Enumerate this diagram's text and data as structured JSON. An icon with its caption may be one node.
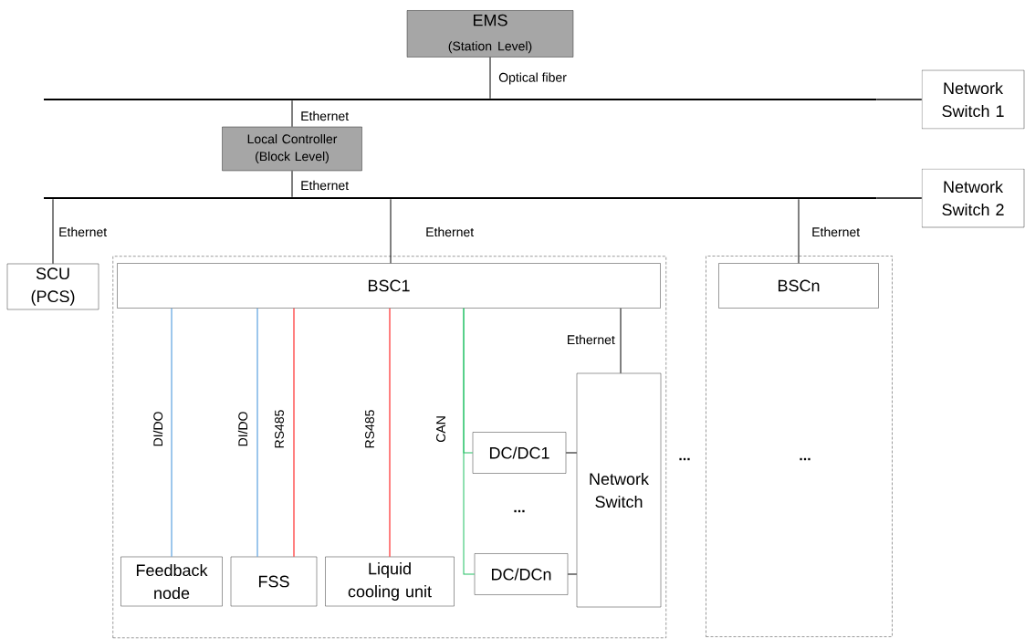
{
  "diagram": {
    "nodes": [
      {
        "text": [
          "EMS",
          "(Station Level)"
        ]
      },
      {
        "text": [
          "Network Switch 1"
        ]
      },
      {
        "text": [],
        "shape": "bar"
      },
      {
        "text": [
          "Local Controller (Block Level)"
        ]
      },
      {
        "text": [
          "Network Switch 2"
        ]
      },
      {
        "text": [],
        "shape": "bar"
      },
      {
        "text": [
          "SCU (PCS)"
        ]
      },
      {
        "text": [],
        "shape": "box"
      },
      {
        "text": [
          "BSC1"
        ],
        "in": 7
      },
      {
        "text": [
          "Network Switch"
        ],
        "in": 7
      },
      {
        "text": [
          "DC/DC1"
        ],
        "in": 7
      },
      {
        "text": [
          "DC/DCn"
        ],
        "in": 7
      },
      {
        "text": [
          "Feedback node"
        ],
        "in": 7
      },
      {
        "text": [
          "FSS"
        ],
        "in": 7
      },
      {
        "text": [
          "Liquid cooling unit"
        ],
        "in": 7
      },
      {
        "text": [],
        "shape": "box"
      },
      {
        "text": [
          "BSCn"
        ],
        "in": 15
      }
    ],
    "edges": [
      {
        "from": 0,
        "to": 2,
        "arrow": "none",
        "label": "Optical fiber"
      },
      {
        "from": 2,
        "to": 3,
        "arrow": "none",
        "label": "Ethernet"
      },
      {
        "from": 3,
        "to": 5,
        "arrow": "none",
        "label": "Ethernet"
      },
      {
        "from": 2,
        "to": 1,
        "arrow": "none"
      },
      {
        "from": 5,
        "to": 4,
        "arrow": "none"
      },
      {
        "from": 5,
        "to": 6,
        "arrow": "none",
        "label": "Ethernet"
      },
      {
        "from": 5,
        "to": 8,
        "arrow": "none",
        "label": "Ethernet"
      },
      {
        "from": 5,
        "to": 16,
        "arrow": "none",
        "label": "Ethernet"
      },
      {
        "from": 8,
        "to": 9,
        "arrow": "none",
        "label": "Ethernet"
      },
      {
        "from": 8,
        "to": 12,
        "arrow": "none",
        "label": "DI/DO",
        "color": "#3b8fd9"
      },
      {
        "from": 8,
        "to": 13,
        "arrow": "none",
        "label": "DI/DO",
        "color": "#3b8fd9"
      },
      {
        "from": 8,
        "to": 13,
        "arrow": "none",
        "label": "RS485",
        "color": "#ff0000"
      },
      {
        "from": 8,
        "to": 14,
        "arrow": "none",
        "label": "RS485",
        "color": "#ff0000"
      },
      {
        "from": 8,
        "to": 10,
        "arrow": "none",
        "label": "CAN",
        "color": "#22c063"
      },
      {
        "from": 8,
        "to": 11,
        "arrow": "none",
        "color": "#22c063"
      },
      {
        "from": 10,
        "to": 9,
        "arrow": "none"
      },
      {
        "from": 11,
        "to": 9,
        "arrow": "none"
      }
    ],
    "labels": [
      "...",
      "...",
      "..."
    ]
  }
}
